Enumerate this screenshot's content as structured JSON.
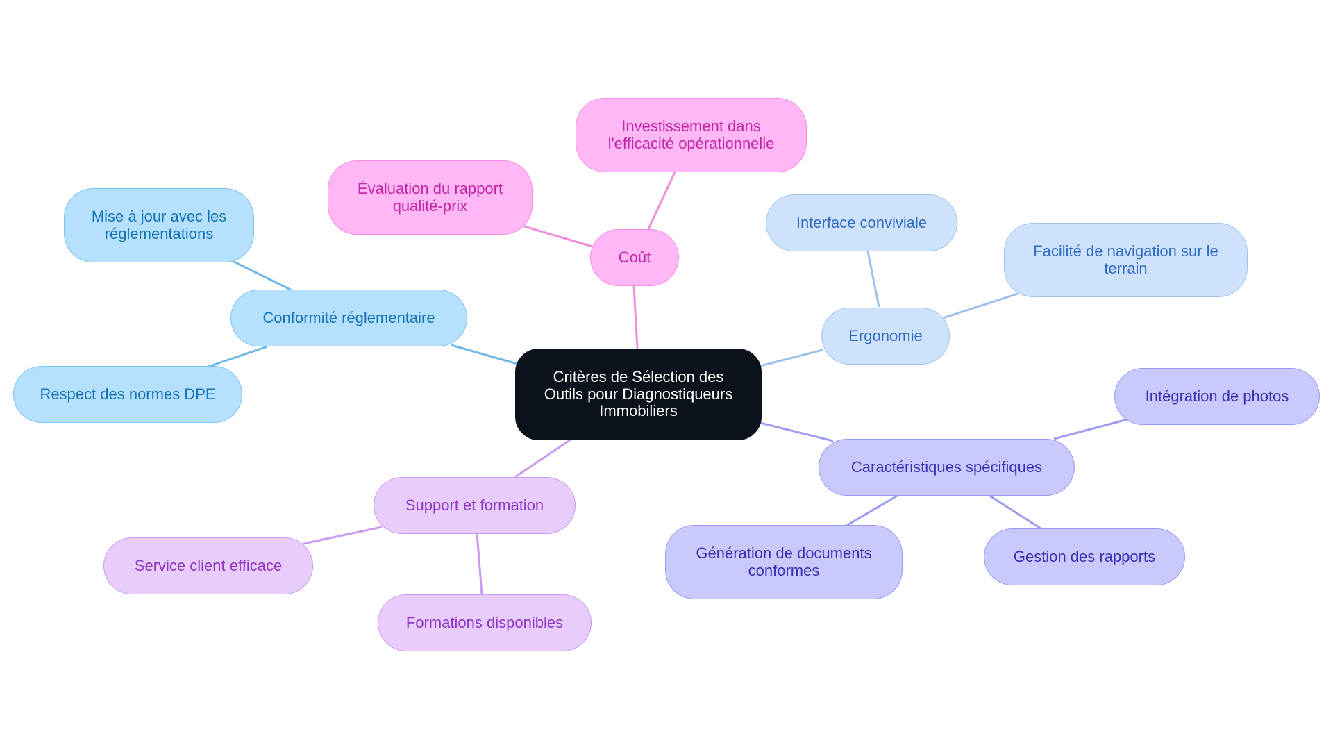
{
  "mindmap": {
    "root": {
      "label": "Critères de Sélection des\nOutils pour Diagnostiqueurs\nImmobiliers"
    },
    "branches": [
      {
        "key": "cost",
        "label": "Coût",
        "color": "#ec8fdc",
        "children": [
          {
            "label": "Investissement dans\nl'efficacité opérationnelle"
          },
          {
            "label": "Évaluation du rapport\nqualité-prix"
          }
        ]
      },
      {
        "key": "conf",
        "label": "Conformité réglementaire",
        "color": "#6fb9ea",
        "children": [
          {
            "label": "Mise à jour avec les\nréglementations"
          },
          {
            "label": "Respect des normes DPE"
          }
        ]
      },
      {
        "key": "ergo",
        "label": "Ergonomie",
        "color": "#9dbfec",
        "children": [
          {
            "label": "Interface conviviale"
          },
          {
            "label": "Facilité de navigation sur le\nterrain"
          }
        ]
      },
      {
        "key": "feat",
        "label": "Caractéristiques spécifiques",
        "color": "#9b9bef",
        "children": [
          {
            "label": "Intégration de photos"
          },
          {
            "label": "Génération de documents\nconformes"
          },
          {
            "label": "Gestion des rapports"
          }
        ]
      },
      {
        "key": "supp",
        "label": "Support et formation",
        "color": "#c99af0",
        "children": [
          {
            "label": "Service client efficace"
          },
          {
            "label": "Formations disponibles"
          }
        ]
      }
    ]
  }
}
